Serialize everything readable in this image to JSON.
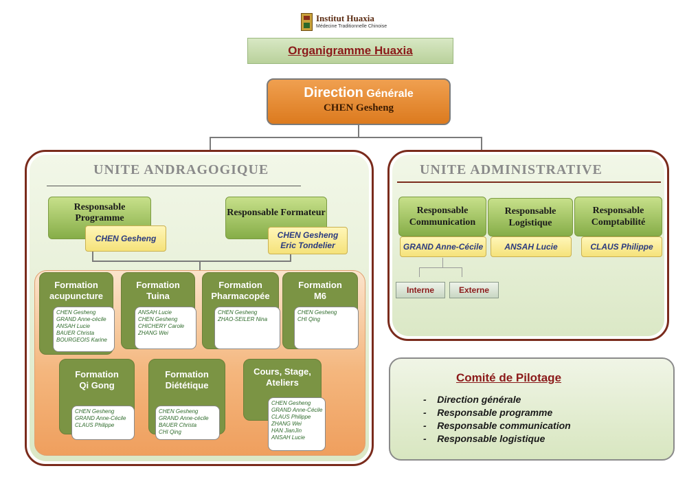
{
  "header": {
    "logo_name": "Institut Huaxia",
    "logo_sub": "Médecine Traditionnelle Chinoise",
    "title": "Organigramme Huaxia"
  },
  "direction": {
    "title_a": "Direction",
    "title_b": " Générale",
    "name": "CHEN Gesheng"
  },
  "andragogique": {
    "title": "UNITE ANDRAGOGIQUE",
    "resp_programme": {
      "label": "Responsable Programme",
      "name": "CHEN Gesheng"
    },
    "resp_formateur": {
      "label": "Responsable Formateur",
      "names": [
        "CHEN Gesheng",
        "Eric Tondelier"
      ]
    },
    "formations": [
      {
        "title": "Formation\nacupuncture",
        "people": [
          "CHEN Gesheng",
          "GRAND Anne-cécile",
          "ANSAH Lucie",
          "BAUER Christa",
          "BOURGEOIS Karine"
        ]
      },
      {
        "title": "Formation\nTuina",
        "people": [
          "ANSAH Lucie",
          "CHEN Gesheng",
          "CHICHERY Carole",
          "ZHANG Wei"
        ]
      },
      {
        "title": "Formation\nPharmacopée",
        "people": [
          "CHEN Gesheng",
          "ZHAO-SEILER Nina"
        ]
      },
      {
        "title": "Formation\nM6",
        "people": [
          "CHEN Gesheng",
          "CHI Qing"
        ]
      },
      {
        "title": "Formation\nQi Gong",
        "people": [
          "CHEN Gesheng",
          "GRAND Anne-Cécile",
          "CLAUS Philippe"
        ]
      },
      {
        "title": "Formation\nDiététique",
        "people": [
          "CHEN Gesheng",
          "GRAND Anne-cécile",
          "BAUER Christa",
          "CHI Qing"
        ]
      },
      {
        "title": "Cours, Stage,\nAteliers",
        "people": [
          "CHEN Gesheng",
          "GRAND Anne-Cécile",
          "CLAUS Philippe",
          "ZHANG Wei",
          "HAN JianJin",
          "ANSAH Lucie"
        ]
      }
    ]
  },
  "administrative": {
    "title": "UNITE ADMINISTRATIVE",
    "responsables": [
      {
        "label": "Responsable Communication",
        "name": "GRAND Anne-Cécile"
      },
      {
        "label": "Responsable Logistique",
        "name": "ANSAH Lucie"
      },
      {
        "label": "Responsable Comptabilité",
        "name": "CLAUS Philippe"
      }
    ],
    "sub": [
      "Interne",
      "Externe"
    ]
  },
  "comite": {
    "title": "Comité de Pilotage",
    "items": [
      "Direction générale",
      "Responsable programme",
      "Responsable communication",
      "Responsable logistique"
    ]
  },
  "colors": {
    "accent_red": "#8b1a1a",
    "orange": "#dc7a1e",
    "green_dark": "#7b9444",
    "yellow": "#f5e27a"
  }
}
